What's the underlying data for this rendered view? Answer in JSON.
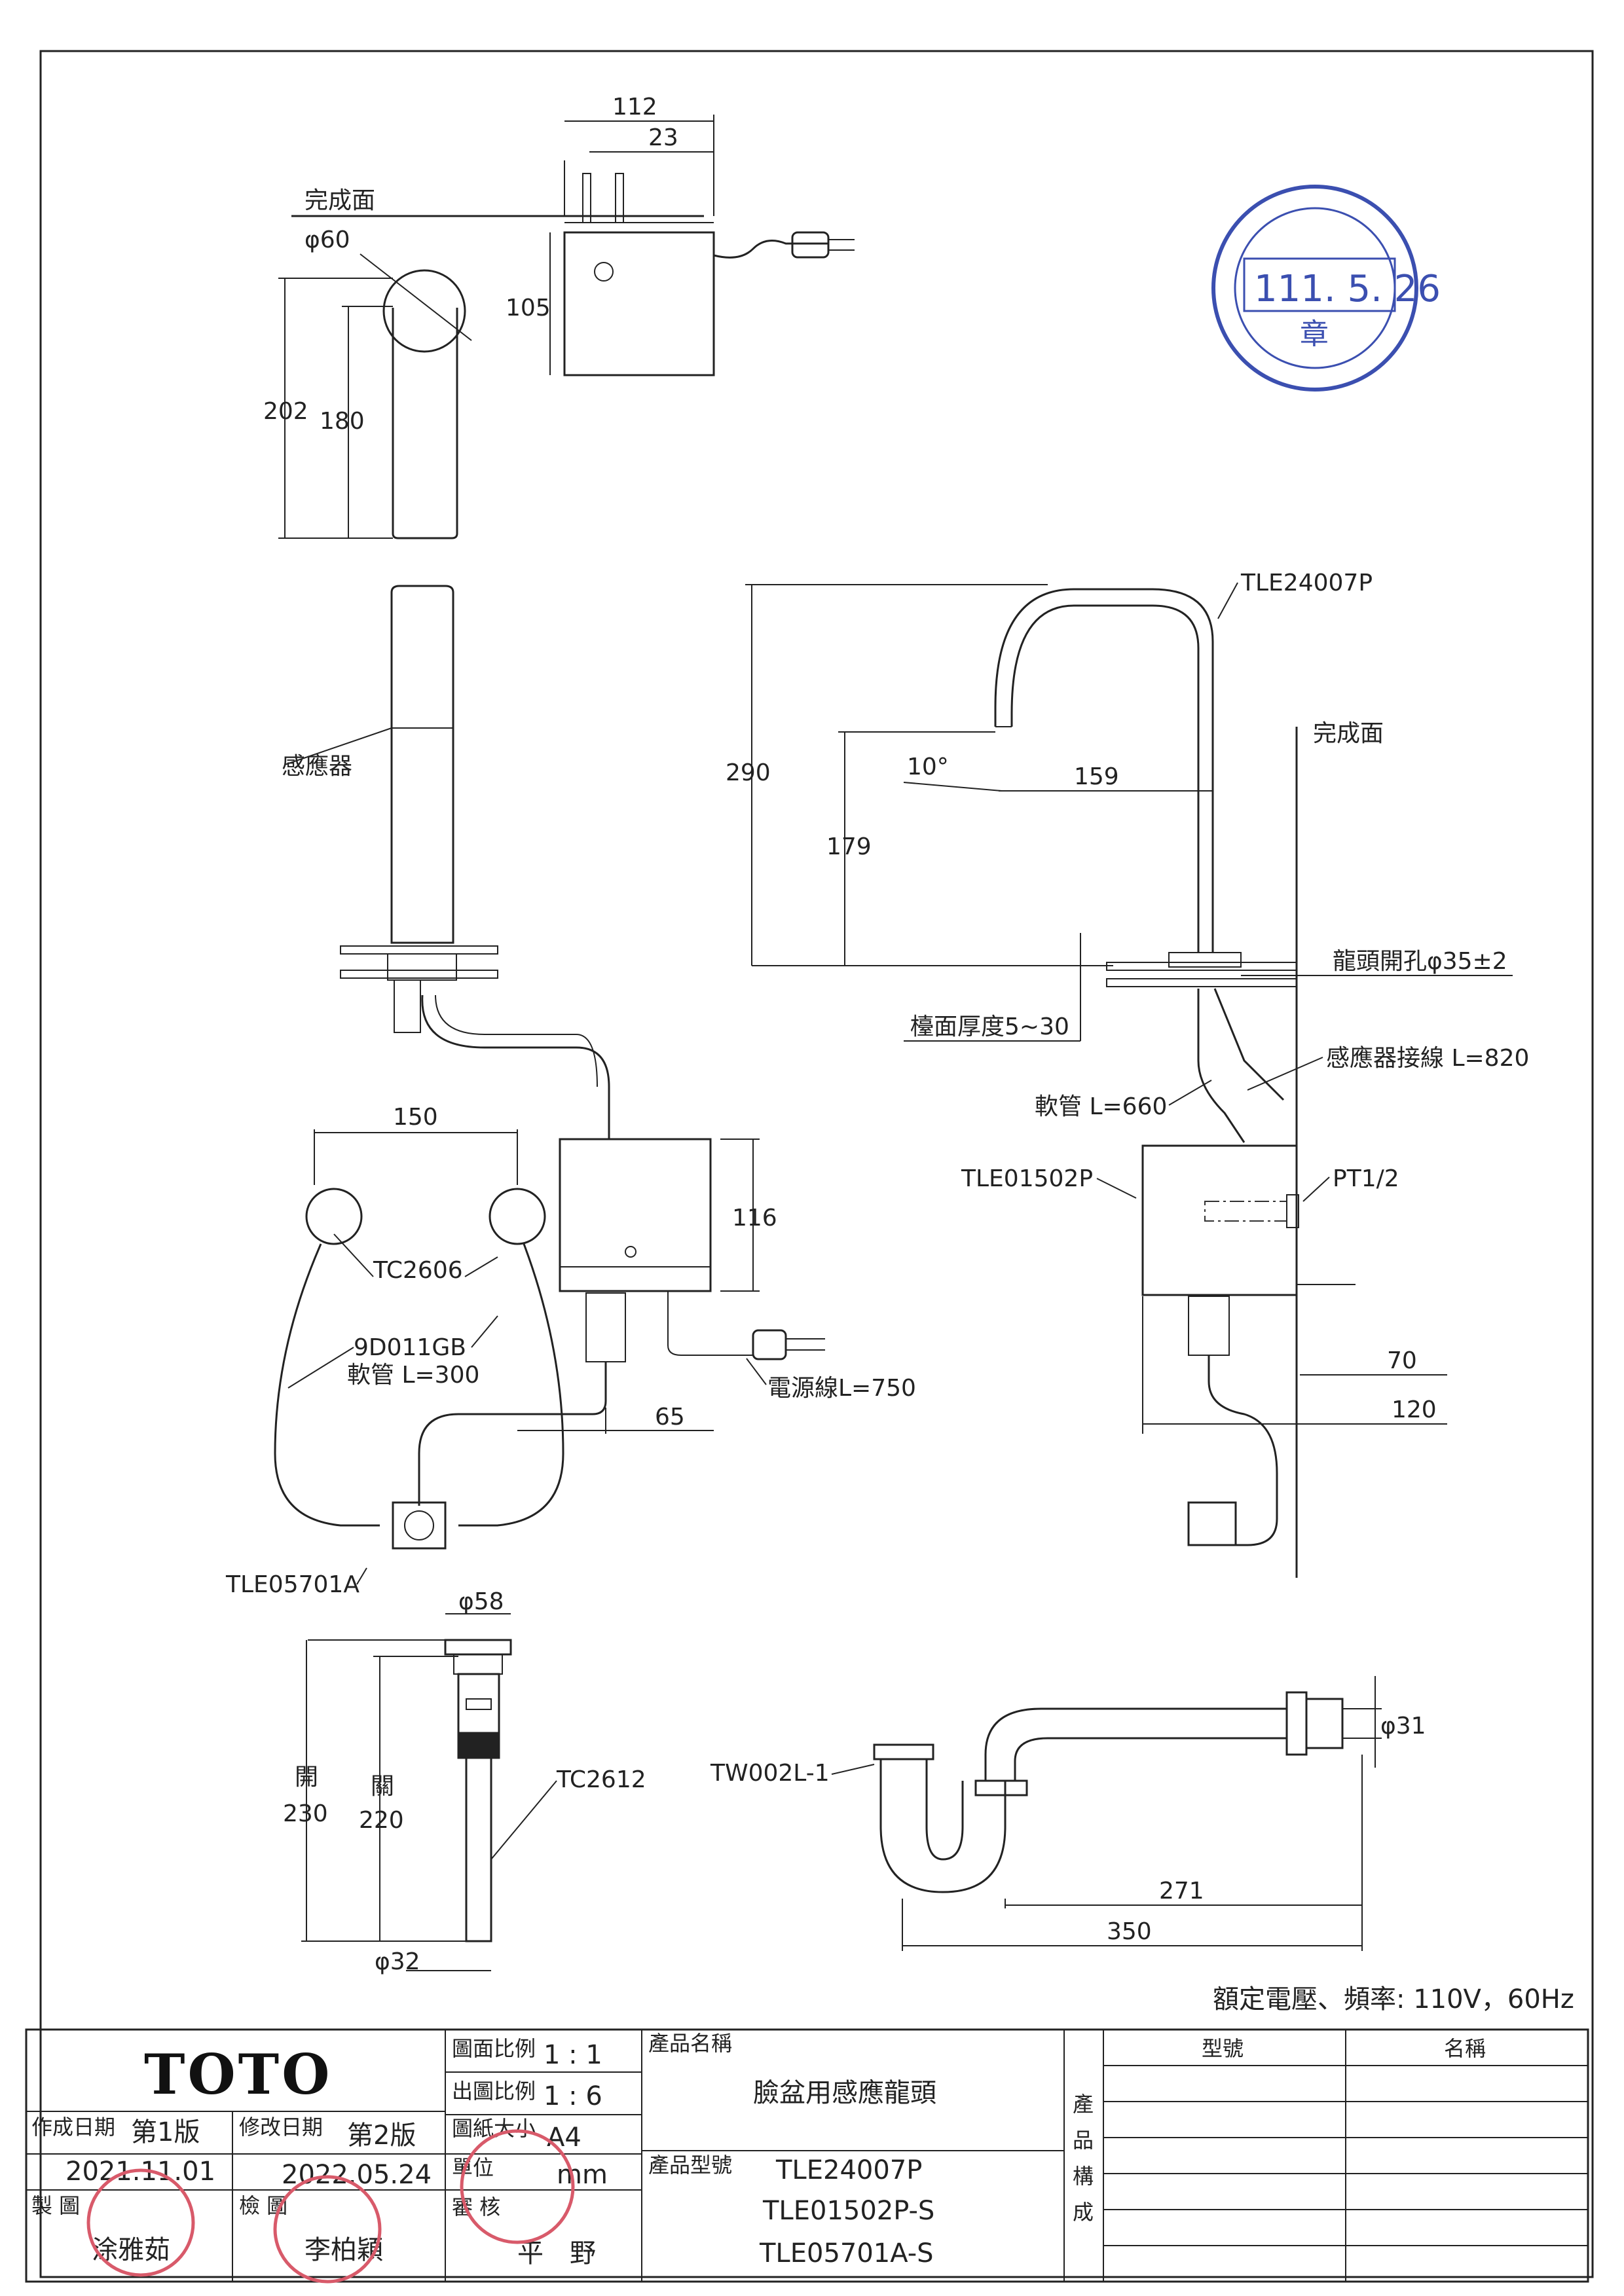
{
  "drawing": {
    "finish_surface_top": "完成面",
    "finish_surface_side": "完成面",
    "dia_top": "φ60",
    "dim_112": "112",
    "dim_23": "23",
    "dim_105": "105",
    "dim_202": "202",
    "dim_180": "180",
    "sensor_label": "感應器",
    "dim_150": "150",
    "dim_116": "116",
    "tc2606": "TC2606",
    "hose_model": "9D011GB",
    "hose_len": "軟管 L=300",
    "dim_65": "65",
    "power_cord": "電源線L=750",
    "tle05701a": "TLE05701A",
    "tle24007p": "TLE24007P",
    "angle_10": "10°",
    "dim_159": "159",
    "dim_290": "290",
    "dim_179": "179",
    "hole": "龍頭開孔φ35±2",
    "counter_thk": "檯面厚度5~30",
    "sensor_wire": "感應器接線 L=820",
    "hose_660": "軟管 L=660",
    "tle01502p": "TLE01502P",
    "pt12": "PT1/2",
    "dim_70": "70",
    "dim_120": "120",
    "dia_58": "φ58",
    "open_lbl": "開",
    "dim_230": "230",
    "close_lbl": "關",
    "dim_220": "220",
    "tc2612": "TC2612",
    "dia_32": "φ32",
    "tw002l": "TW002L-1",
    "dia_31": "φ31",
    "dim_271": "271",
    "dim_350": "350",
    "stamp_date": "111. 5. 26",
    "stamp_seal": "章",
    "rated": "額定電壓、頻率: 110V，60Hz"
  },
  "title_block": {
    "brand": "TOTO",
    "scale_label": "圖面比例",
    "scale_value": "1 : 1",
    "print_scale_label": "出圖比例",
    "print_scale_value": "1 : 6",
    "paper_label": "圖紙大小",
    "paper_value": "A4",
    "unit_label": "單位",
    "unit_value": "mm",
    "review_label": "審 核",
    "reviewer": "平　野",
    "created_label": "作成日期",
    "edition1": "第1版",
    "created_date": "2021.11.01",
    "revised_label": "修改日期",
    "edition2": "第2版",
    "revised_date": "2022.05.24",
    "drawn_label": "製 圖",
    "drawer": "涂雅茹",
    "checked_label": "檢 圖",
    "checker": "李柏穎",
    "product_name_label": "產品名稱",
    "product_name": "臉盆用感應龍頭",
    "product_model_label": "產品型號",
    "models": [
      "TLE24007P",
      "TLE01502P-S",
      "TLE05701A-S"
    ],
    "composition_chars": [
      "產",
      "品",
      "構",
      "成"
    ],
    "col_model": "型號",
    "col_name": "名稱"
  },
  "colors": {
    "stamp_blue": "#3b4fb0",
    "stamp_red": "#d85a6a",
    "line": "#222222"
  }
}
